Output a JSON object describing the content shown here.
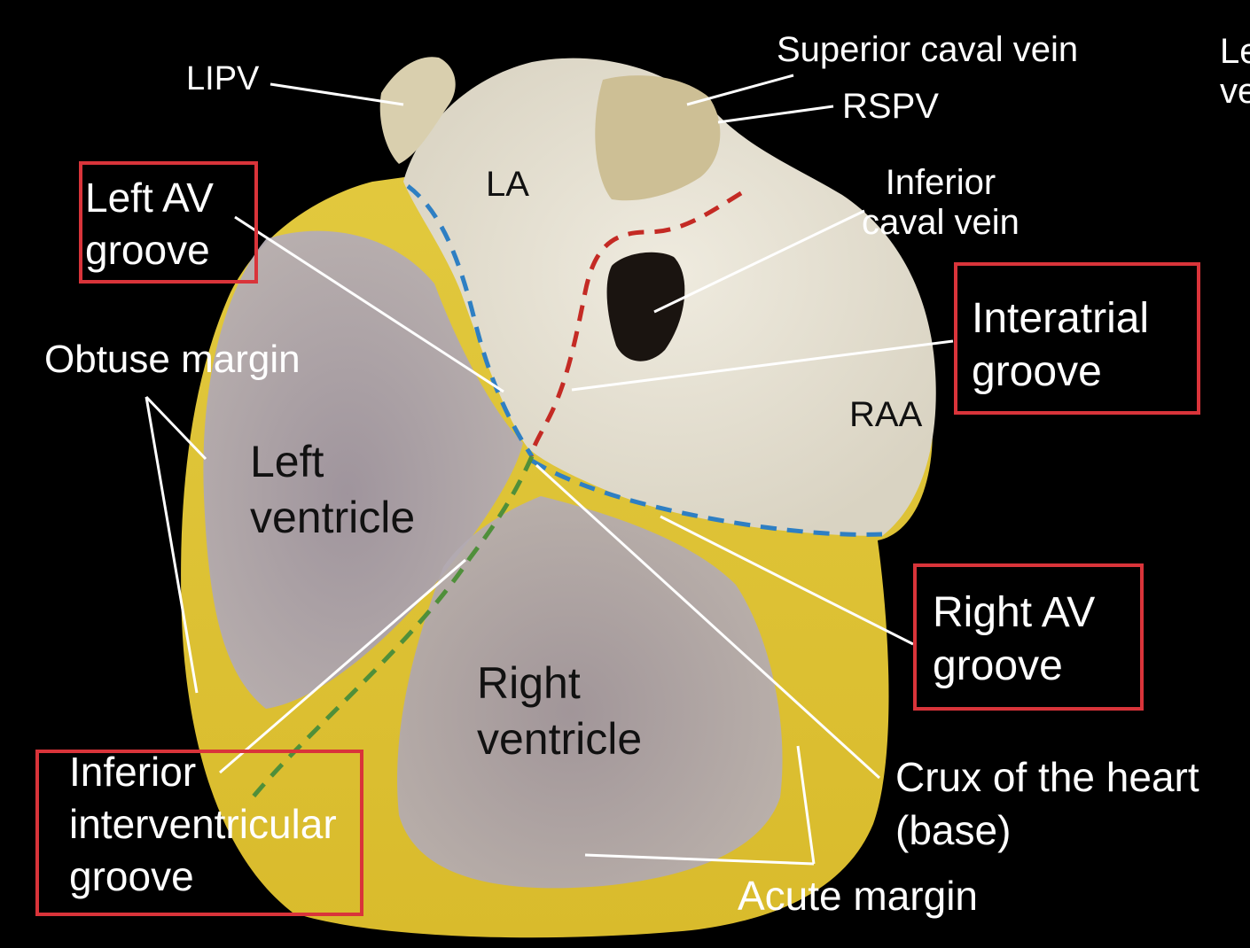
{
  "colors": {
    "background": "#000000",
    "label_text": "#ffffff",
    "chamber_text": "#111111",
    "box_border": "#d9343a",
    "blue_groove": "#2e7fc3",
    "red_groove": "#c42a24",
    "green_groove": "#4f8f3a",
    "fat_yellow": "#e8cd3a",
    "myocardium": "#a39aa6",
    "atrium": "#e6e1cf"
  },
  "labels": {
    "lipv": "LIPV",
    "superior_caval_vein": "Superior caval vein",
    "rspv": "RSPV",
    "left_vein_cut_1": "Le",
    "left_vein_cut_2": "ve",
    "la": "LA",
    "inferior_caval_vein_1": "Inferior",
    "inferior_caval_vein_2": "caval vein",
    "obtuse_margin": "Obtuse margin",
    "left_ventricle_1": "Left",
    "left_ventricle_2": "ventricle",
    "raa": "RAA",
    "right_ventricle_1": "Right",
    "right_ventricle_2": "ventricle",
    "crux_1": "Crux of the heart",
    "crux_2": "(base)",
    "acute_margin": "Acute margin"
  },
  "boxed_labels": {
    "left_av_groove_1": "Left AV",
    "left_av_groove_2": "groove",
    "interatrial_groove_1": "Interatrial",
    "interatrial_groove_2": "groove",
    "right_av_groove_1": "Right AV",
    "right_av_groove_2": "groove",
    "inferior_iv_groove_1": "Inferior",
    "inferior_iv_groove_2": "interventricular",
    "inferior_iv_groove_3": "groove"
  }
}
